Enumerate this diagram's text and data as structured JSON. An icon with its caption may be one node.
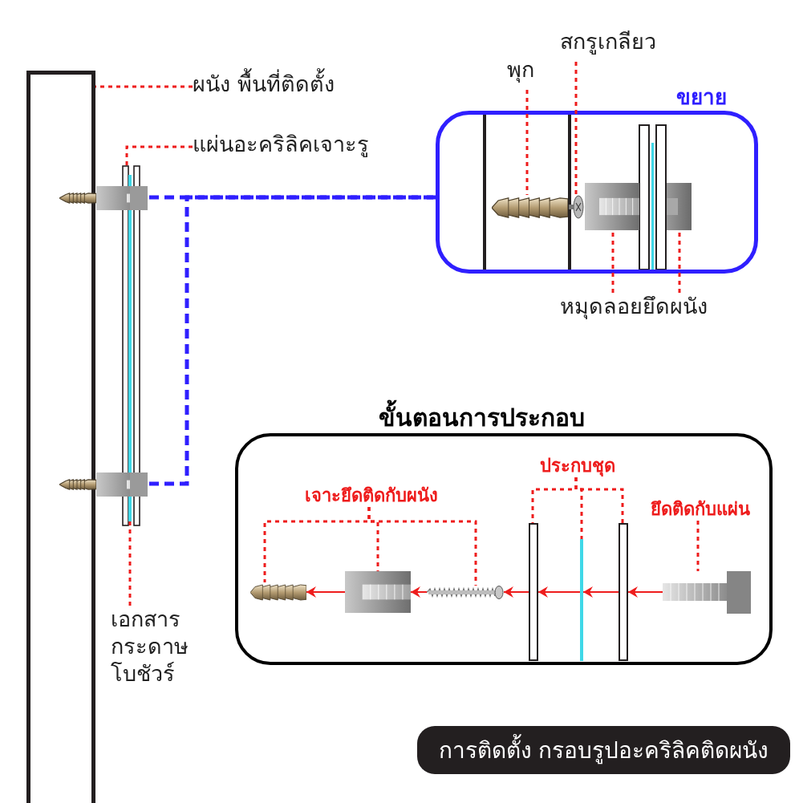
{
  "diagram": {
    "title": "การติดตั้ง กรอบรูปอะคริลิคติดผนัง",
    "nodes": [
      {
        "text": [
          "ผนัง พื้นที่ติดตั้ง"
        ]
      },
      {
        "text": [],
        "shape": "bar"
      },
      {
        "text": [
          "แผ่นอะคริลิคเจาะรู"
        ]
      },
      {
        "text": [],
        "shape": "box"
      },
      {
        "text": [],
        "shape": "picture"
      },
      {
        "text": [],
        "shape": "picture"
      },
      {
        "text": [
          "เอกสาร กระดาษ โบชัวร์"
        ]
      },
      {
        "text": [],
        "shape": "bar",
        "in": 3
      },
      {
        "text": [
          "พุก"
        ]
      },
      {
        "text": [
          "สกรูเกลียว"
        ]
      },
      {
        "text": [
          "ขยาย"
        ]
      },
      {
        "text": [],
        "shape": "picture",
        "in": 10
      },
      {
        "text": [],
        "shape": "picture",
        "in": 10
      },
      {
        "text": [],
        "shape": "picture",
        "in": 10
      },
      {
        "text": [],
        "shape": "picture",
        "in": 10
      },
      {
        "text": [
          "หมุดลอยยึดผนัง"
        ]
      },
      {
        "text": [
          "ขั้นตอนการประกอบ"
        ]
      },
      {
        "text": [
          "ประกบชุด"
        ],
        "in": 16
      },
      {
        "text": [
          "เจาะยึดติดกับผนัง"
        ],
        "in": 16
      },
      {
        "text": [
          "ยึดติดกับแผ่น"
        ],
        "in": 16
      },
      {
        "text": [],
        "shape": "picture",
        "in": 16
      },
      {
        "text": [],
        "shape": "picture",
        "in": 16
      },
      {
        "text": [],
        "shape": "picture",
        "in": 16
      },
      {
        "text": [],
        "shape": "bar",
        "in": 16
      },
      {
        "text": [],
        "shape": "bar",
        "in": 16
      },
      {
        "text": [],
        "shape": "bar",
        "in": 16
      },
      {
        "text": [],
        "shape": "picture",
        "in": 16
      }
    ],
    "edges": [
      {
        "from": 0,
        "to": 1,
        "arrow": "none",
        "style": "dashed"
      },
      {
        "from": 2,
        "to": 3,
        "arrow": "none",
        "style": "dashed"
      },
      {
        "from": 6,
        "to": 7,
        "arrow": "none",
        "style": "dashed"
      },
      {
        "from": 4,
        "to": 10,
        "arrow": "none",
        "style": "dashed",
        "color": "#2f1fff"
      },
      {
        "from": 5,
        "to": 10,
        "arrow": "none",
        "style": "dashed",
        "color": "#2f1fff"
      },
      {
        "from": 8,
        "to": 11,
        "arrow": "none",
        "style": "dashed"
      },
      {
        "from": 9,
        "to": 12,
        "arrow": "none",
        "style": "dashed"
      },
      {
        "from": 15,
        "to": 13,
        "arrow": "none",
        "style": "dashed"
      },
      {
        "from": 15,
        "to": 14,
        "arrow": "none",
        "style": "dashed"
      },
      {
        "from": 18,
        "to": 20,
        "arrow": "none",
        "style": "dashed"
      },
      {
        "from": 18,
        "to": 21,
        "arrow": "none",
        "style": "dashed"
      },
      {
        "from": 18,
        "to": 22,
        "arrow": "none",
        "style": "dashed"
      },
      {
        "from": 17,
        "to": 23,
        "arrow": "none",
        "style": "dashed"
      },
      {
        "from": 17,
        "to": 24,
        "arrow": "none",
        "style": "dashed"
      },
      {
        "from": 17,
        "to": 25,
        "arrow": "none",
        "style": "dashed"
      },
      {
        "from": 19,
        "to": 26,
        "arrow": "none",
        "style": "dashed"
      },
      {
        "from": 21,
        "to": 20,
        "arrow": "to"
      },
      {
        "from": 22,
        "to": 21,
        "arrow": "to"
      },
      {
        "from": 23,
        "to": 22,
        "arrow": "to"
      },
      {
        "from": 24,
        "to": 23,
        "arrow": "to"
      },
      {
        "from": 25,
        "to": 24,
        "arrow": "to"
      },
      {
        "from": 26,
        "to": 25,
        "arrow": "to"
      }
    ]
  }
}
